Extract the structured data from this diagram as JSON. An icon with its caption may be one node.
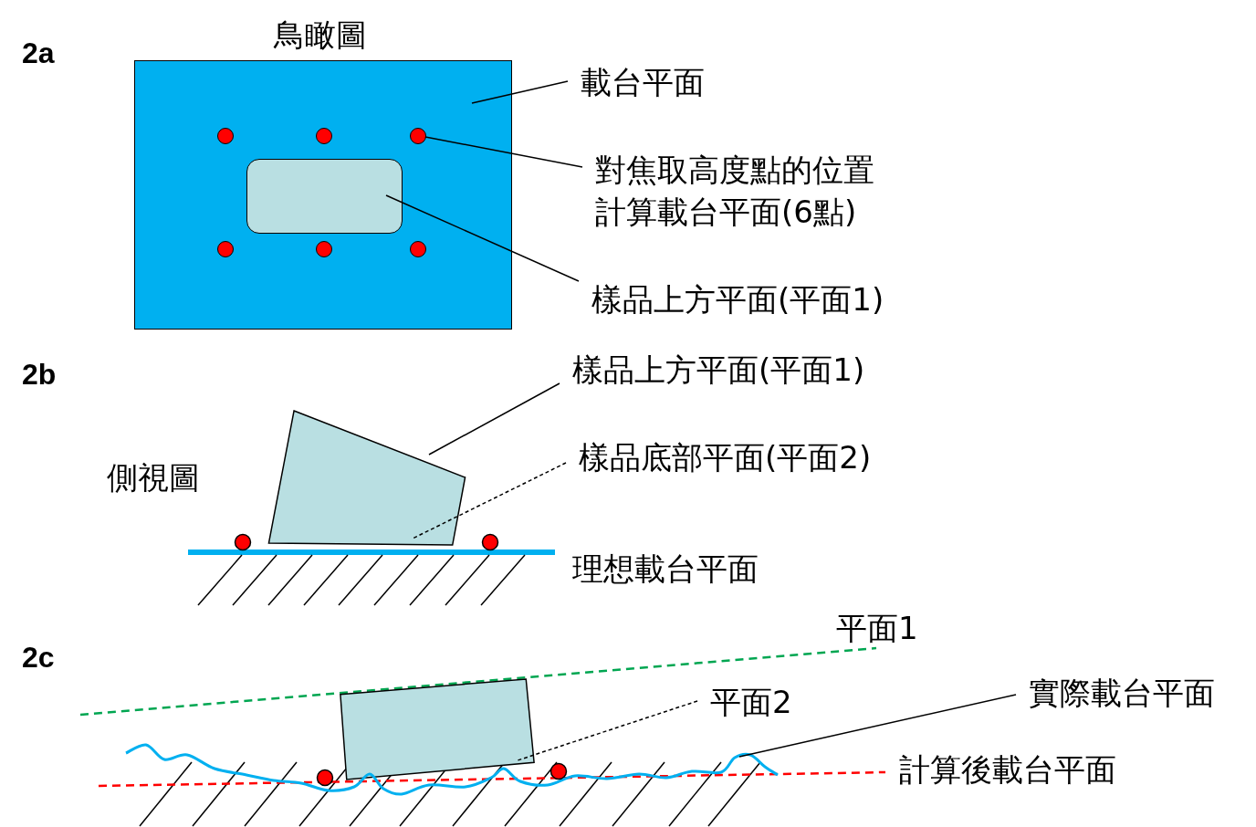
{
  "diagram": {
    "nodes": [
      {
        "text": [],
        "shape": "box"
      },
      {
        "text": [],
        "shape": "circle",
        "in": 0
      },
      {
        "text": [],
        "shape": "circle",
        "in": 0
      },
      {
        "text": [],
        "shape": "circle",
        "in": 0
      },
      {
        "text": [],
        "shape": "box",
        "in": 0
      },
      {
        "text": [],
        "shape": "circle",
        "in": 0
      },
      {
        "text": [],
        "shape": "circle",
        "in": 0
      },
      {
        "text": [],
        "shape": "circle",
        "in": 0
      },
      {
        "text": [
          "載台平面"
        ]
      },
      {
        "text": [
          "對焦取高度點的位置",
          "計算載台平面(6點)"
        ]
      },
      {
        "text": [
          "樣品上方平面(平面1)"
        ]
      },
      {
        "text": [],
        "shape": "box"
      },
      {
        "text": [
          "樣品上方平面(平面1)"
        ]
      },
      {
        "text": [
          "樣品底部平面(平面2)"
        ]
      },
      {
        "text": [],
        "shape": "box"
      },
      {
        "text": [
          "平面2"
        ]
      },
      {
        "text": [
          "實際載台平面"
        ]
      },
      {
        "text": [],
        "shape": "line"
      }
    ],
    "edges": [
      {
        "from": 8,
        "to": 0,
        "arrow": "none"
      },
      {
        "from": 9,
        "to": 3,
        "arrow": "none"
      },
      {
        "from": 10,
        "to": 4,
        "arrow": "none"
      },
      {
        "from": 12,
        "to": 11,
        "arrow": "none"
      },
      {
        "from": 13,
        "to": 11,
        "arrow": "none",
        "style": "dashed"
      },
      {
        "from": 15,
        "to": 14,
        "arrow": "none",
        "style": "dashed"
      },
      {
        "from": 16,
        "to": 17,
        "arrow": "none"
      }
    ],
    "labels": [
      "2a",
      "鳥瞰圖",
      "2b",
      "側視圖",
      "理想載台平面",
      "2c",
      "平面1",
      "計算後載台平面"
    ]
  }
}
